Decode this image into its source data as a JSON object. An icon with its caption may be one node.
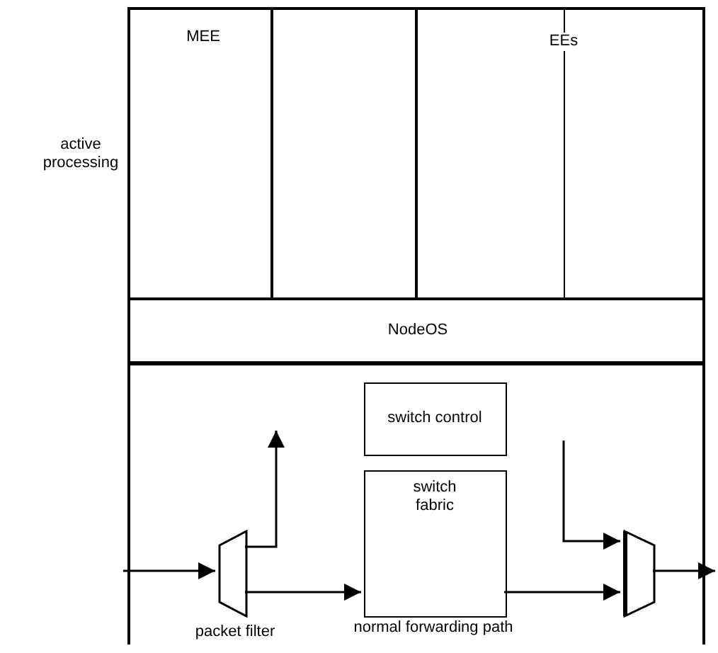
{
  "diagram": {
    "nodes": [
      {
        "text": [
          "MEE"
        ]
      },
      {
        "text": [],
        "shape": "box"
      },
      {
        "text": [],
        "shape": "box"
      },
      {
        "text": [],
        "shape": "box"
      },
      {
        "text": [
          "NodeOS"
        ]
      },
      {
        "text": [],
        "shape": "box"
      },
      {
        "text": [
          "switch control"
        ],
        "in": 5
      },
      {
        "text": [
          "switch fabric"
        ],
        "in": 5
      },
      {
        "text": [],
        "shape": "trapezoid",
        "beside": [
          "packet filter"
        ],
        "in": 5
      },
      {
        "text": [],
        "shape": "trapezoid",
        "in": 5
      }
    ],
    "edges": [
      {
        "from": null,
        "to": 8,
        "arrow": "to"
      },
      {
        "from": 8,
        "to": null,
        "arrow": "to"
      },
      {
        "from": 8,
        "to": 7,
        "arrow": "to"
      },
      {
        "from": 7,
        "to": 9,
        "arrow": "to"
      },
      {
        "from": null,
        "to": 9,
        "arrow": "to"
      },
      {
        "from": 9,
        "to": null,
        "arrow": "to"
      }
    ],
    "labels": [
      "active processing",
      "EEs",
      "normal forwarding path"
    ]
  }
}
